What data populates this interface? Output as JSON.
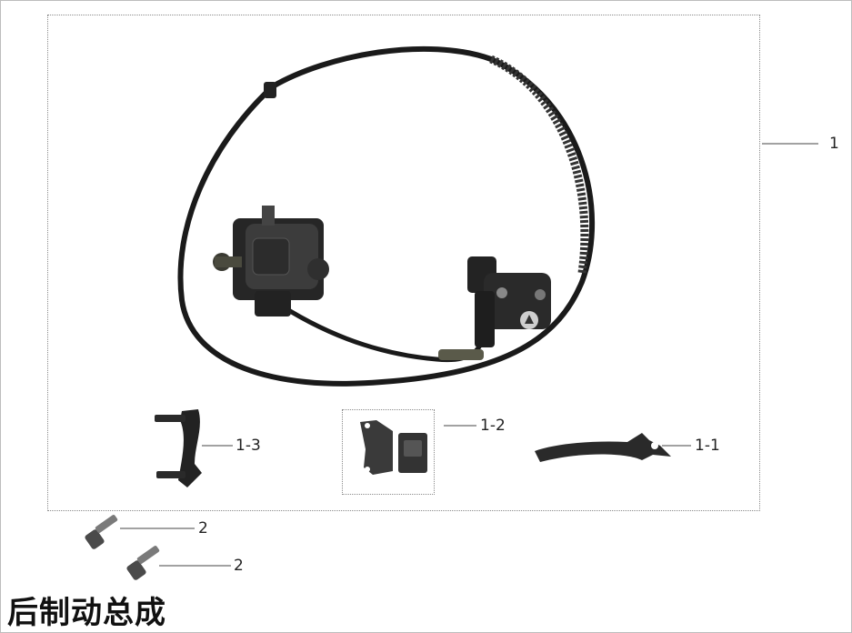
{
  "title": "后制动总成",
  "callouts": {
    "assembly": "1",
    "lever": "1-1",
    "pads": "1-2",
    "bracket": "1-3",
    "bolt_a": "2",
    "bolt_b": "2"
  }
}
